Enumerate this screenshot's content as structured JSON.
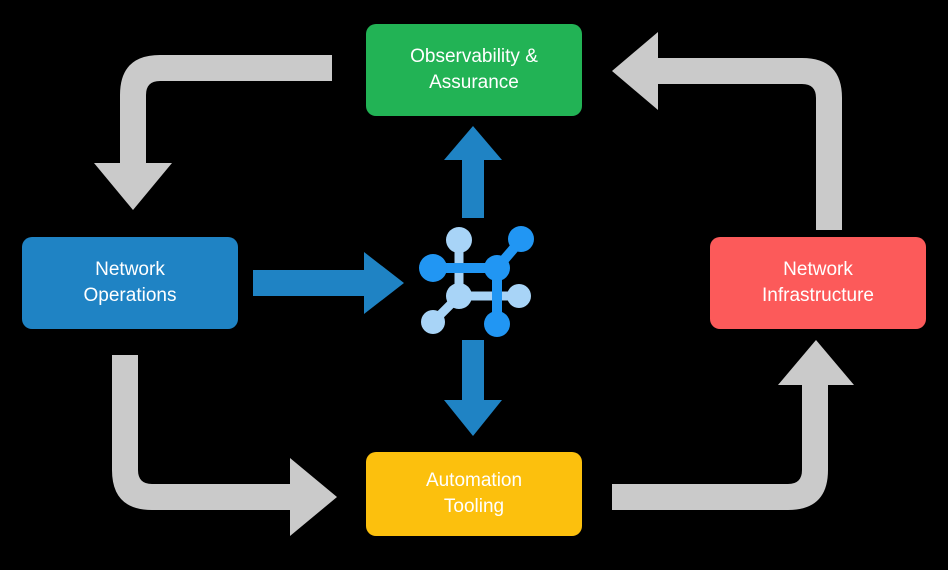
{
  "diagram": {
    "title": "Network operations lifecycle cycle diagram",
    "background_color": "#000000",
    "center_icon_name": "network-topology-icon",
    "nodes": [
      {
        "id": "observability",
        "label": "Observability &\nAssurance",
        "color": "#22b355",
        "text_color": "#ffffff",
        "position": "top"
      },
      {
        "id": "operations",
        "label": "Network\nOperations",
        "color": "#1f83c4",
        "text_color": "#ffffff",
        "position": "left"
      },
      {
        "id": "infrastructure",
        "label": "Network\nInfrastructure",
        "color": "#fc5a5a",
        "text_color": "#ffffff",
        "position": "right"
      },
      {
        "id": "automation",
        "label": "Automation\nTooling",
        "color": "#fcc00d",
        "text_color": "#ffffff",
        "position": "bottom"
      }
    ],
    "connectors": {
      "gray_color": "#cacaca",
      "blue_color": "#1f83c4",
      "flows": [
        {
          "id": "observability-to-operations",
          "from": "observability",
          "to": "operations",
          "style": "gray-elbow",
          "direction": "down"
        },
        {
          "id": "operations-to-automation",
          "from": "operations",
          "to": "automation",
          "style": "gray-elbow",
          "direction": "right"
        },
        {
          "id": "automation-to-infrastructure",
          "from": "automation",
          "to": "infrastructure",
          "style": "gray-elbow",
          "direction": "up"
        },
        {
          "id": "infrastructure-to-observability",
          "from": "infrastructure",
          "to": "observability",
          "style": "gray-elbow",
          "direction": "left"
        },
        {
          "id": "center-to-observability",
          "from": "center",
          "to": "observability",
          "style": "blue-straight",
          "direction": "up"
        },
        {
          "id": "operations-to-center",
          "from": "operations",
          "to": "center",
          "style": "blue-straight",
          "direction": "right"
        },
        {
          "id": "center-to-automation",
          "from": "center",
          "to": "automation",
          "style": "blue-straight",
          "direction": "down"
        }
      ]
    },
    "center_icon": {
      "dark_blue": "#1f83c4",
      "mid_blue": "#2196f3",
      "light_blue": "#a8d4f7"
    }
  }
}
